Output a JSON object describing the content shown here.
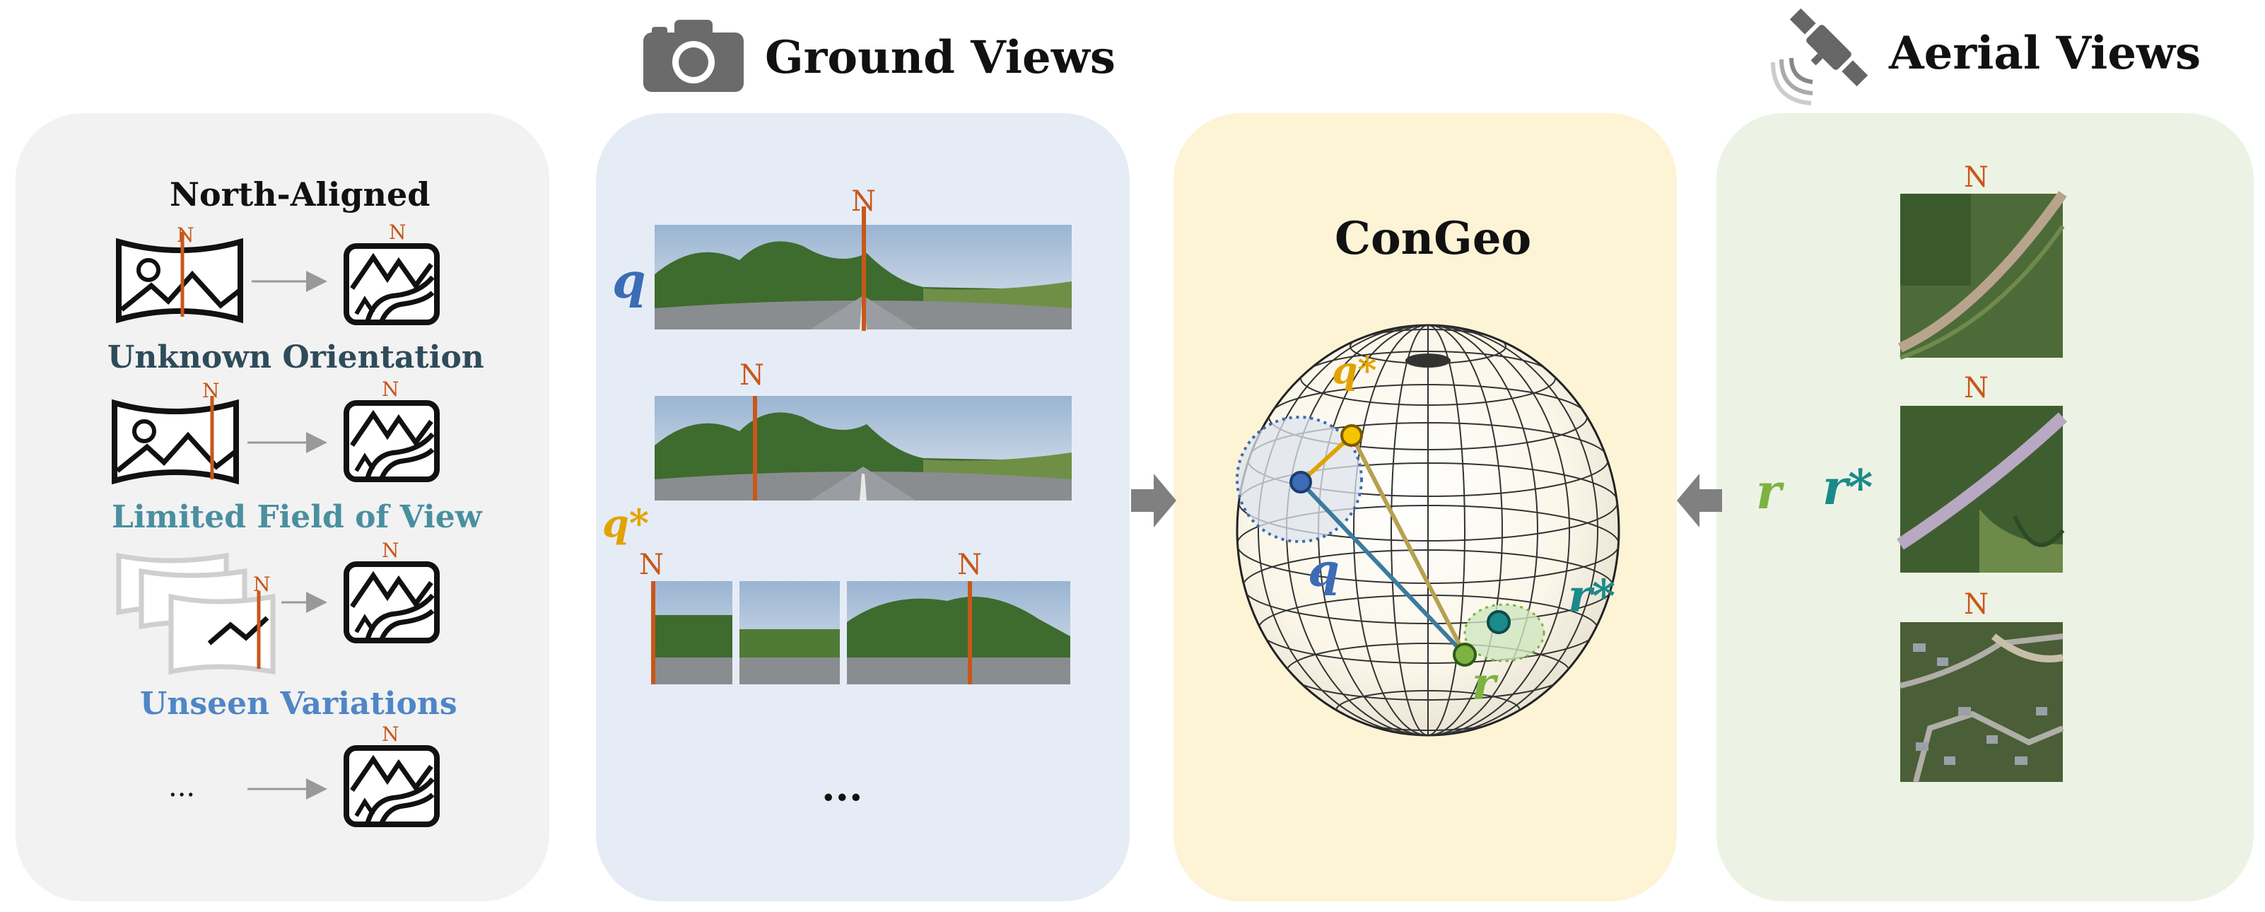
{
  "headers": {
    "ground_views": "Ground Views",
    "aerial_views": "Aerial Views"
  },
  "left_panel": {
    "title": "North-Aligned",
    "variations": [
      {
        "label": "Unknown Orientation",
        "color": "#2f4b5a"
      },
      {
        "label": "Limited Field of View",
        "color": "#4a8fa0"
      },
      {
        "label": "Unseen Variations",
        "color": "#4f86c6"
      }
    ],
    "ellipsis": "...",
    "north_marker": "N"
  },
  "ground_panel": {
    "query_label": "q",
    "query_star_label": "q*",
    "ellipsis": "...",
    "north_marker": "N"
  },
  "center_panel": {
    "title": "ConGeo",
    "sphere_labels": {
      "q": "q",
      "q_star": "q*",
      "r": "r",
      "r_star": "r*"
    }
  },
  "aerial_panel": {
    "r_label": "r",
    "r_star_label": "r*",
    "north_marker": "N"
  },
  "colors": {
    "north_line": "#c8571a",
    "q": "#3b6cb5",
    "q_star": "#e0a400",
    "r": "#7cb342",
    "r_star": "#1b8a8a",
    "panel_left": "#f2f2f2",
    "panel_ground": "#e6ecf6",
    "panel_center": "#fdf4d6",
    "panel_aerial": "#edf3e4",
    "arrow": "#808080"
  }
}
